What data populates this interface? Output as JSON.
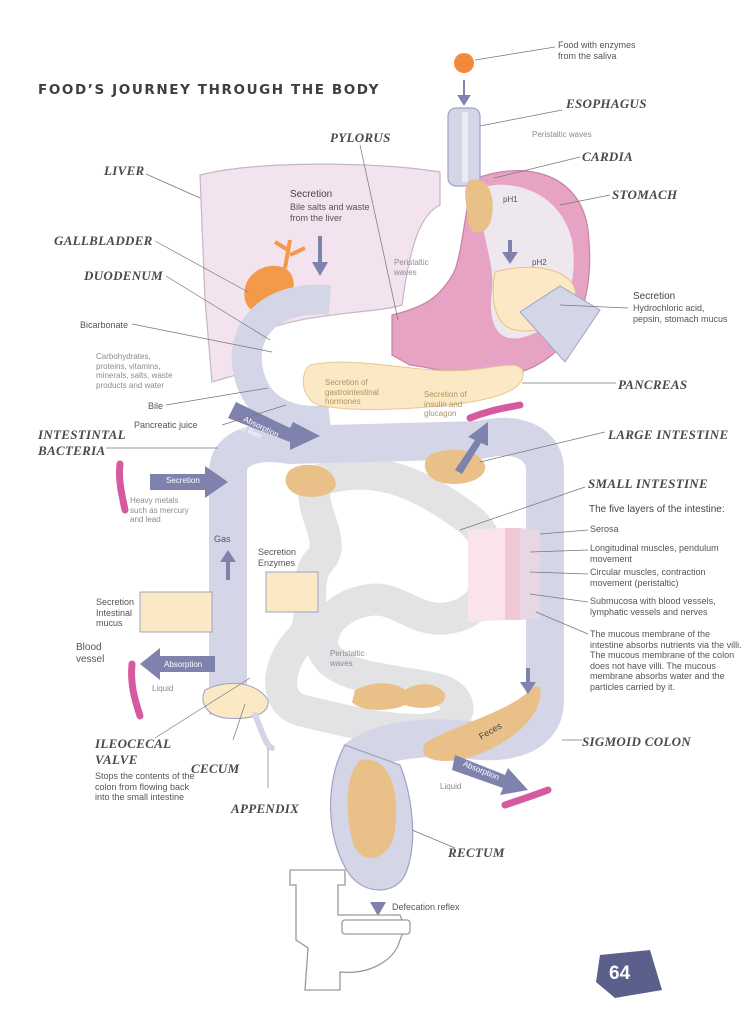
{
  "title": "FOOD’S JOURNEY THROUGH THE BODY",
  "page_number": "64",
  "organs": {
    "esophagus": "ESOPHAGUS",
    "pylorus": "PYLORUS",
    "cardia": "CARDIA",
    "liver": "LIVER",
    "stomach": "STOMACH",
    "gallbladder": "GALLBLADDER",
    "duodenum": "DUODENUM",
    "pancreas": "PANCREAS",
    "intestinal_bacteria": "INTESTINTAL\nBACTERIA",
    "large_intestine": "LARGE INTESTINE",
    "small_intestine": "SMALL INTESTINE",
    "sigmoid_colon": "SIGMOID COLON",
    "ileocecal_valve": "ILEOCECAL\nVALVE",
    "cecum": "CECUM",
    "appendix": "APPENDIX",
    "rectum": "RECTUM"
  },
  "notes": {
    "food_saliva": "Food with enzymes\nfrom the saliva",
    "peristaltic_waves_top": "Peristaltic waves",
    "secretion_liver_head": "Secretion",
    "secretion_liver": "Bile salts and waste\nfrom the liver",
    "ph1": "pH1",
    "ph2": "pH2",
    "peristaltic_waves_mid": "Peristaltic\nwaves",
    "secretion_stomach_head": "Secretion",
    "secretion_stomach": "Hydrochloric acid,\npepsin, stomach mucus",
    "bicarbonate": "Bicarbonate",
    "nutrients": "Carbohydrates,\nproteins, vitamins,\nminerals, salts, waste\nproducts and water",
    "bile": "Bile",
    "pancreatic_juice": "Pancreatic juice",
    "secretion_gastro": "Secretion of\ngastrointestinal\nhormones",
    "secretion_insulin": "Secretion of\ninsulin and\nglucagon",
    "absorption_liver": "Absorption\nto liver",
    "secretion_arrow": "Secretion",
    "heavy_metals": "Heavy metals\nsuch as mercury\nand lead",
    "gas": "Gas",
    "secretion_enzymes": "Secretion\nEnzymes",
    "secretion_mucus": "Secretion\nIntestinal\nmucus",
    "blood_vessel": "Blood\nvessel",
    "absorption_left": "Absorption",
    "liquid_left": "Liquid",
    "peristaltic_waves_low": "Peristaltic\nwaves",
    "feces": "Feces",
    "absorption_right": "Absorption",
    "liquid_right": "Liquid",
    "ileocecal_desc": "Stops the contents of the\ncolon from flowing back\ninto the small intestine",
    "defecation": "Defecation reflex"
  },
  "layers": {
    "heading": "The five layers of the intestine:",
    "items": [
      "Serosa",
      "Longitudinal muscles, pendulum\nmovement",
      "Circular muscles, contraction\nmovement (peristaltic)",
      "Submucosa with blood vessels,\nlymphatic vessels and nerves",
      "The mucous membrane of the\nintestine absorbs nutrients via the villi.\nThe mucous membrane of the colon\ndoes not have villi. The mucous\nmembrane absorbs water and the\nparticles carried by it."
    ]
  },
  "colors": {
    "liver": "#f3e3ee",
    "stomach": "#e7a3c4",
    "intestine": "#d4d6e8",
    "small_intestine": "#e3e3e6",
    "food": "#e8c088",
    "pancreas": "#fbe8c4",
    "gallbladder": "#f29a4a",
    "arrow": "#7f82ad",
    "vessel": "#d65a9f",
    "page_badge": "#5b5f8c"
  }
}
